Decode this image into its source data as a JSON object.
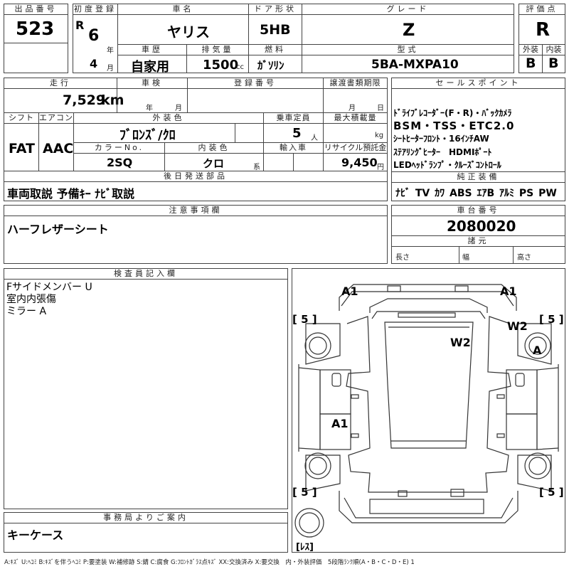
{
  "header": {
    "lot_no_label": "出品番号",
    "lot_no": "523",
    "first_reg_label": "初度登録",
    "era": "R",
    "year": "6",
    "year_unit": "年",
    "month": "4",
    "month_unit": "月",
    "car_name_label": "車名",
    "car_name": "ヤリス",
    "door_label": "ドア形状",
    "door": "5HB",
    "grade_label": "グレード",
    "grade": "Z",
    "score_label": "評価点",
    "score": "R",
    "history_label": "車歴",
    "history": "自家用",
    "displacement_label": "排気量",
    "displacement": "1500",
    "displacement_unit": "cc",
    "fuel_label": "燃料",
    "fuel": "ｶﾞｿﾘﾝ",
    "model_label": "型式",
    "model": "5BA-MXPA10",
    "exterior_label": "外装",
    "exterior_score": "B",
    "interior_label": "内装",
    "interior_score": "B"
  },
  "row2": {
    "mileage_label": "走行",
    "mileage": "7,529",
    "mileage_unit": "km",
    "inspection_label": "車検",
    "insp_year_unit": "年",
    "insp_month_unit": "月",
    "reg_no_label": "登録番号",
    "transfer_label": "譲渡書類期限",
    "transfer_month_unit": "月",
    "transfer_day_unit": "日",
    "shift_label": "シフト",
    "shift": "FAT",
    "ac_label": "エアコン",
    "ac": "AAC",
    "ext_color_label": "外装色",
    "ext_color": "ﾌﾞﾛﾝｽﾞ/ｸﾛ",
    "capacity_label": "乗車定員",
    "capacity": "5",
    "capacity_unit": "人",
    "max_load_label": "最大積載量",
    "max_load_unit": "kg",
    "color_no_label": "カラーNo.",
    "color_no": "2SQ",
    "int_color_label": "内装色",
    "int_color": "クロ",
    "int_color_unit": "系",
    "import_label": "輸入車",
    "recycle_label": "リサイクル預託金",
    "recycle": "9,450",
    "recycle_unit": "円"
  },
  "sales": {
    "label": "セールスポイント",
    "lines": [
      "ﾄﾞﾗｲﾌﾞﾚｺｰﾀﾞｰ(F・R)・ﾊﾞｯｸｶﾒﾗ",
      "BSM・TSS・ETC2.0",
      "ｼｰﾄﾋｰﾀｰﾌﾛﾝﾄ・16ｲﾝﾁAW",
      "ｽﾃｱﾘﾝｸﾞﾋｰﾀｰ　HDMIﾎﾟｰﾄ",
      "LEDﾍｯﾄﾞﾗﾝﾌﾟ・ｸﾙｰｽﾞｺﾝﾄﾛｰﾙ"
    ]
  },
  "later_parts": {
    "label": "後日発送部品",
    "text": "車両取説 予備ｷｰ ﾅﾋﾞ取説"
  },
  "equipment": {
    "label": "純正装備",
    "text": "ﾅﾋﾞ TV ｶﾜ ABS ｴｱB ｱﾙﾐ PS PW"
  },
  "notes": {
    "label": "注意事項欄",
    "text": "ハーフレザーシート"
  },
  "chassis": {
    "label": "車台番号",
    "number": "2080020",
    "dims_label": "諸元",
    "length_label": "長さ",
    "width_label": "幅",
    "height_label": "高さ"
  },
  "inspector": {
    "label": "検査員記入欄",
    "lines": [
      "Fサイドメンバー U",
      "室内内張傷",
      "ミラー A"
    ]
  },
  "office": {
    "label": "事務局よりご案内",
    "text": "キーケース"
  },
  "diagram": {
    "marks": {
      "a1_tl": "A1",
      "a1_tr": "A1",
      "w2_roof": "W2",
      "w2_right": "W2",
      "a_tire": "A",
      "a1_door": "A1"
    },
    "tread_tl": "[ 5 ]",
    "tread_tr": "[ 5 ]",
    "tread_bl": "[ 5 ]",
    "tread_br": "[ 5 ]",
    "spare": "[ﾚｽ]"
  },
  "legend": "A:ｷｽﾞ U:ﾍｺﾐ B:ｷｽﾞを伴うﾍｺﾐ P:要塗装 W:補修跡 S:錆 C:腐食 G:ﾌﾛﾝﾄｶﾞﾗｽ点ｷｽﾞ XX:交換済み X:要交換　内・外装評価　5段階ﾗﾝｸ順(A・B・C・D・E) 1"
}
